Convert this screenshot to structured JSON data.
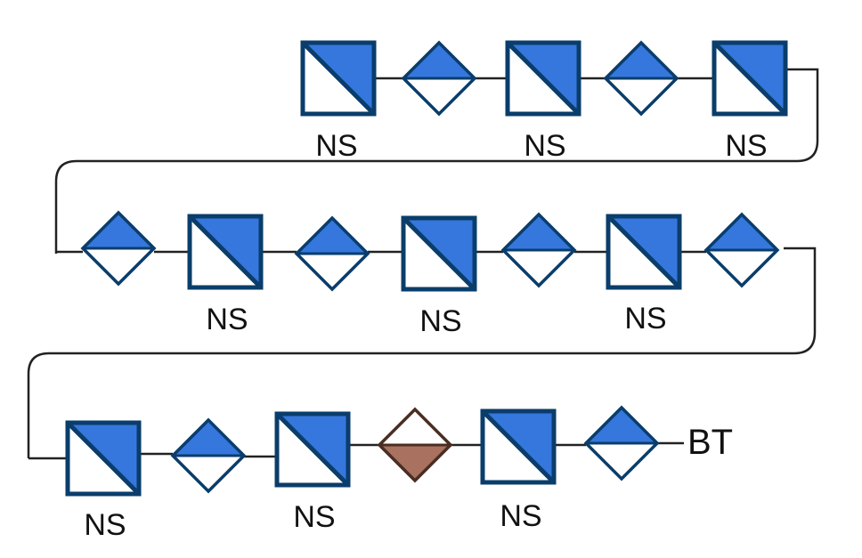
{
  "colors": {
    "border": "#0a3d6b",
    "fill": "#3577dd",
    "line": "#222222",
    "brown_fill": "#a87160",
    "brown_border": "#4a2d22",
    "white": "#ffffff"
  },
  "labels": {
    "ns": "NS",
    "end": "BT"
  },
  "rows": [
    {
      "direction": "right",
      "items": [
        "square",
        "diamond",
        "square",
        "diamond",
        "square"
      ]
    },
    {
      "direction": "right",
      "items": [
        "diamond",
        "square",
        "diamond",
        "square",
        "diamond",
        "square",
        "diamond"
      ]
    },
    {
      "direction": "right",
      "items": [
        "square",
        "diamond",
        "square",
        "diamond-brown",
        "square",
        "diamond"
      ]
    }
  ]
}
